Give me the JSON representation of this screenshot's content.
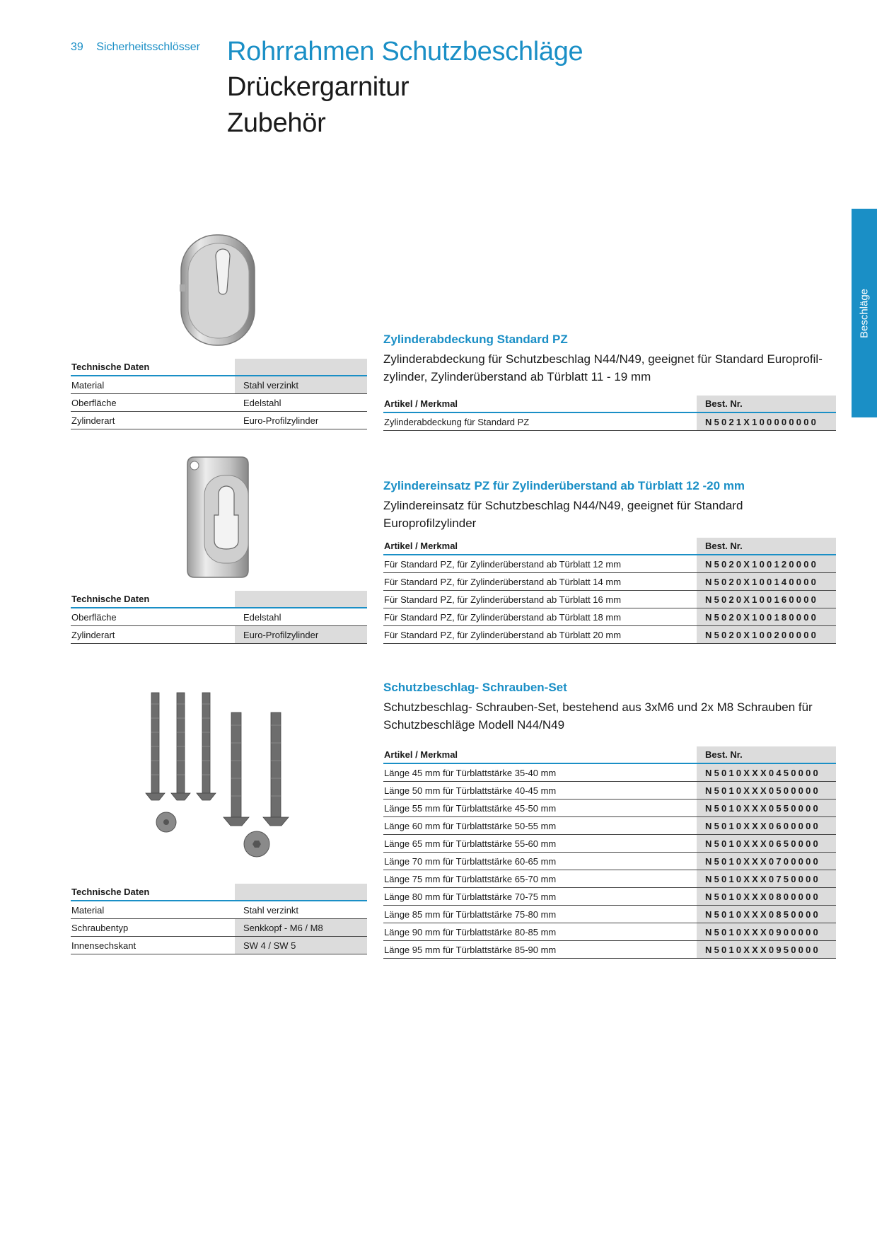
{
  "header": {
    "page_number": "39",
    "section": "Sicherheitsschlösser",
    "title": "Rohrrahmen Schutzbeschläge",
    "subtitle_1": "Drückergarnitur",
    "subtitle_2": "Zubehör"
  },
  "side_tab": {
    "label": "Beschläge"
  },
  "products": [
    {
      "name": "Zylinderabdeckung  Standard PZ",
      "description": "Zylinderabdeckung für Schutzbeschlag N44/N49, geeignet für Standard Europroﬁl-zylinder, Zylinderüberstand ab Türblatt 11 - 19 mm",
      "tech": {
        "heading": "Technische Daten",
        "rows": [
          {
            "key": "Material",
            "value": "Stahl verzinkt"
          },
          {
            "key": "Oberfläche",
            "value": "Edelstahl"
          },
          {
            "key": "Zylinderart",
            "value": "Euro-Profilzylinder"
          }
        ]
      },
      "table": {
        "col_article": "Artikel / Merkmal",
        "col_number": "Best. Nr.",
        "rows": [
          {
            "article": "Zylinderabdeckung für Standard PZ",
            "number": "N5021X100000000"
          }
        ]
      }
    },
    {
      "name": "Zylindereinsatz PZ für Zylinderüberstand ab Türblatt 12 -20 mm",
      "description": "Zylindereinsatz für Schutzbeschlag N44/N49, geeignet für Standard Europroﬁlzylinder",
      "tech": {
        "heading": "Technische Daten",
        "rows": [
          {
            "key": "Oberfläche",
            "value": "Edelstahl"
          },
          {
            "key": "Zylinderart",
            "value": "Euro-Profilzylinder"
          }
        ]
      },
      "table": {
        "col_article": "Artikel / Merkmal",
        "col_number": "Best. Nr.",
        "rows": [
          {
            "article": "Für Standard PZ, für Zylinderüberstand ab Türblatt 12 mm",
            "number": "N5020X100120000"
          },
          {
            "article": "Für Standard PZ, für Zylinderüberstand ab Türblatt 14 mm",
            "number": "N5020X100140000"
          },
          {
            "article": "Für Standard PZ, für Zylinderüberstand ab Türblatt 16 mm",
            "number": "N5020X100160000"
          },
          {
            "article": "Für Standard PZ, für Zylinderüberstand ab Türblatt 18 mm",
            "number": "N5020X100180000"
          },
          {
            "article": "Für Standard PZ, für Zylinderüberstand ab Türblatt 20 mm",
            "number": "N5020X100200000"
          }
        ]
      }
    },
    {
      "name": "Schutzbeschlag- Schrauben-Set",
      "description": "Schutzbeschlag- Schrauben-Set,  bestehend aus 3xM6 und 2x M8 Schrauben für Schutzbeschläge Modell N44/N49",
      "tech": {
        "heading": "Technische Daten",
        "rows": [
          {
            "key": "Material",
            "value": "Stahl verzinkt"
          },
          {
            "key": "Schraubentyp",
            "value": "Senkkopf - M6 / M8"
          },
          {
            "key": "Innensechskant",
            "value": "SW 4 / SW 5"
          }
        ]
      },
      "table": {
        "col_article": "Artikel / Merkmal",
        "col_number": "Best. Nr.",
        "rows": [
          {
            "article": "Länge 45 mm für Türblattstärke 35-40 mm",
            "number": "N5010XXX0450000"
          },
          {
            "article": "Länge 50 mm für Türblattstärke 40-45 mm",
            "number": "N5010XXX0500000"
          },
          {
            "article": "Länge 55 mm für Türblattstärke 45-50 mm",
            "number": "N5010XXX0550000"
          },
          {
            "article": "Länge 60 mm für Türblattstärke 50-55 mm",
            "number": "N5010XXX0600000"
          },
          {
            "article": "Länge 65 mm für Türblattstärke 55-60 mm",
            "number": "N5010XXX0650000"
          },
          {
            "article": "Länge 70 mm für Türblattstärke 60-65 mm",
            "number": "N5010XXX0700000"
          },
          {
            "article": "Länge 75 mm für Türblattstärke 65-70 mm",
            "number": "N5010XXX0750000"
          },
          {
            "article": "Länge 80 mm für Türblattstärke 70-75 mm",
            "number": "N5010XXX0800000"
          },
          {
            "article": "Länge 85 mm für Türblattstärke 75-80 mm",
            "number": "N5010XXX0850000"
          },
          {
            "article": "Länge 90 mm für Türblattstärke 80-85 mm",
            "number": "N5010XXX0900000"
          },
          {
            "article": "Länge 95 mm für Türblattstärke 85-90 mm",
            "number": "N5010XXX0950000"
          }
        ]
      }
    }
  ],
  "colors": {
    "accent": "#1a8fc6",
    "shade": "#dcdcdc"
  }
}
